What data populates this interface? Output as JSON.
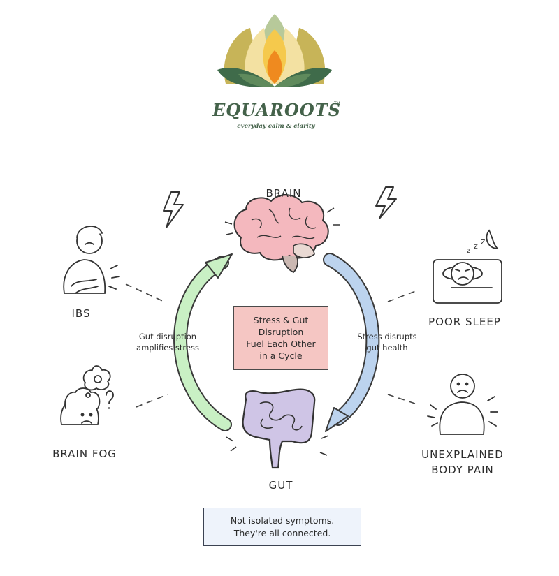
{
  "logo": {
    "brand_name": "EQUAROOTS",
    "trademark": "TM",
    "tagline": "everyday calm & clarity"
  },
  "diagram": {
    "top_node": "BRAIN",
    "bottom_node": "GUT",
    "center_text": "Stress & Gut\nDisruption\nFuel Each Other\nin a Cycle",
    "left_arrow_label": "Gut disruption\namplifies stress",
    "right_arrow_label": "Stress disrupts\ngut health",
    "symptoms": {
      "top_left": "IBS",
      "bottom_left": "BRAIN FOG",
      "top_right": "POOR SLEEP",
      "bottom_right": "UNEXPLAINED\nBODY PAIN"
    },
    "footer_note": "Not isolated symptoms.\nThey're all connected.",
    "colors": {
      "center_box": "#f5c6c3",
      "note_box": "#eef3fb",
      "left_arrow": "#c9f0c4",
      "right_arrow": "#bcd3ee",
      "brain": "#f4b8be",
      "gut": "#cfc5e6"
    }
  }
}
